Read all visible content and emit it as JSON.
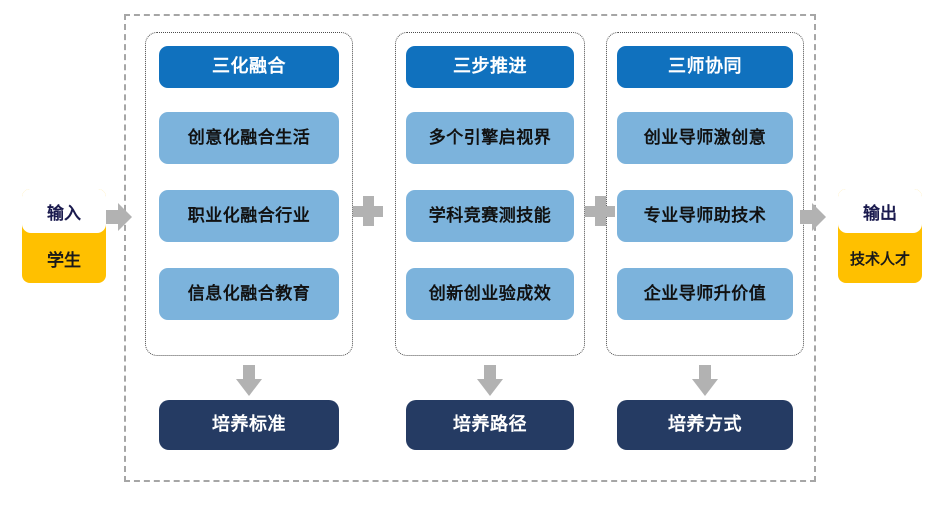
{
  "diagram": {
    "title_hidden": "",
    "colors": {
      "header_blue": "#1071BE",
      "item_blue": "#7CB3DC",
      "footer_navy": "#253B63",
      "accent_yellow": "#FFC000",
      "arrow_gray": "#B2B2B2",
      "frame_gray": "#A6A6A6"
    },
    "input": {
      "label": "输入",
      "value": "学生"
    },
    "output": {
      "label": "输出",
      "value": "技术人才"
    },
    "operators": {
      "plus_1": "+",
      "plus_2": "+",
      "arrow_in": "arrow-right",
      "arrow_out": "arrow-right"
    },
    "columns": [
      {
        "header": "三化融合",
        "items": [
          "创意化融合生活",
          "职业化融合行业",
          "信息化融合教育"
        ],
        "footer": "培养标准"
      },
      {
        "header": "三步推进",
        "items": [
          "多个引擎启视界",
          "学科竞赛测技能",
          "创新创业验成效"
        ],
        "footer": "培养路径"
      },
      {
        "header": "三师协同",
        "items": [
          "创业导师激创意",
          "专业导师助技术",
          "企业导师升价值"
        ],
        "footer": "培养方式"
      }
    ]
  }
}
